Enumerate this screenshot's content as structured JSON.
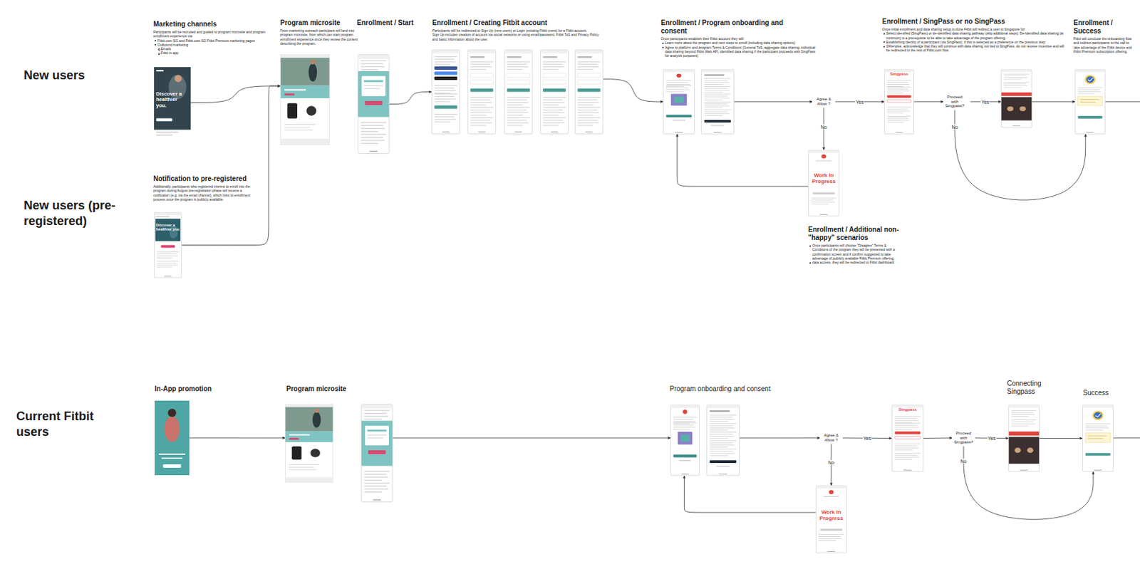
{
  "diagram": {
    "nodes": [
      {
        "text": [
          "Marketing channels",
          "Participants will be recruited and guided to program microsite and program enrollment experience via:",
          "Fitbit.com SG and Fitbit.com SG Fitbit Premium marketing pages",
          "Outbound marketing",
          "Emails",
          "Fitbit in app",
          "Discover a healthier you."
        ]
      },
      {
        "text": [
          "Notification to pre-registered",
          "Additionally, participants who registered interest to enroll into the program during August pre-registration phase will receive a notification (e.g. via the email channel), which links to enrollment process once the program is publicly available.",
          "Discover a healthier you"
        ]
      },
      {
        "text": [
          "Program microsite",
          "From marketing outreach participant will land into program microsite, from which can start program enrollment experience once they review the content describing the program."
        ]
      },
      {
        "text": [
          "Enrollment / Start"
        ]
      },
      {
        "text": [
          "Enrollment / Creating Fitbit account",
          "Participants will be redirected to Sign Up (new users) or Login (existing Fitbit users) for a Fitbit account.",
          "Sign Up includes creation of account via social networks or using email/password, Fitbit ToS and Privacy Policy and basic information about the user."
        ]
      },
      {
        "text": [
          "Enrollment / Program onboarding and consent",
          "Once participants establish their Fitbit account they will:",
          "Learn more about the program and next steps to enroll (including data sharing options)",
          "Agree to platform and program Terms & Conditions (General ToS, aggregate data sharing, individual data sharing beyond Fitbit Web API, identified data sharing if the participant proceeds with SingPass for analysis purposes)"
        ]
      },
      {
        "text": [
          "Agree & Allow ?"
        ]
      },
      {
        "text": [
          "Work In Progress",
          "Enrollment / Additional non-\"happy\" scenarios",
          "Once participants will choose \"Disagree\" Terms & Conditions of the program they will be presented with a confirmation screen and if confirm suggested to take advantage of publicly available Fitbit Premium offering.",
          "data access, they will be redirected to Fitbit dashboard"
        ]
      },
      {
        "text": [
          "Enrollment / SingPass or no SingPass",
          "Once initial enrollment and data sharing setup is done Fitbit will redirect a user to Singapore for:",
          "Select identified (SingPass) or de-identified data sharing pathway (skip additional steps). De-identified data sharing (at minimum) is a prerequisite to be able to take advantage of the program offering.",
          "Establishing identity of a participant (via SingPass), if this is selected as a preference on the previous step.",
          "Otherwise, acknowledge that they will continue with data sharing not tied to SingPass, do not receive incentive and will be redirected to the rest of Fitbit.com flow.",
          "Singpass"
        ]
      },
      {
        "text": [
          "Proceed with Singpass?"
        ]
      },
      {
        "text": [
          "Enrollment / Success",
          "Fitbit will conclude the onboarding flow and redirect participants to the call to take advantage of the Fitbit device and Fitbit Premium subscription offering."
        ]
      },
      {
        "text": [
          "In-App promotion"
        ]
      },
      {
        "text": [
          "Program microsite"
        ]
      },
      {
        "text": [
          "Program onboarding and consent"
        ]
      },
      {
        "text": [
          "Agree & Allow ?"
        ]
      },
      {
        "text": [
          "Work In Progress"
        ]
      },
      {
        "text": [
          "Singpass"
        ]
      },
      {
        "text": [
          "Proceed with Singpass?"
        ]
      },
      {
        "text": [
          "Connecting Singpass"
        ]
      },
      {
        "text": [
          "Success"
        ]
      }
    ],
    "edges": [
      {
        "from": 0,
        "to": 2,
        "arrow": "to"
      },
      {
        "from": 1,
        "to": 2,
        "arrow": "to"
      },
      {
        "from": 3,
        "to": 4,
        "arrow": "to"
      },
      {
        "from": 4,
        "to": 5,
        "arrow": "to"
      },
      {
        "from": 5,
        "to": 6,
        "arrow": "to"
      },
      {
        "from": 6,
        "to": 8,
        "label": "Yes",
        "arrow": "to"
      },
      {
        "from": 6,
        "to": 7,
        "label": "No",
        "arrow": "to"
      },
      {
        "from": 7,
        "to": 5,
        "arrow": "to"
      },
      {
        "from": 8,
        "to": 9,
        "arrow": "to"
      },
      {
        "from": 9,
        "to": 10,
        "label": "No",
        "arrow": "to"
      },
      {
        "from": 11,
        "to": 12,
        "arrow": "to"
      },
      {
        "from": 12,
        "to": 13,
        "arrow": "to"
      },
      {
        "from": 13,
        "to": 14,
        "arrow": "to"
      },
      {
        "from": 14,
        "to": 16,
        "label": "Yes",
        "arrow": "to"
      },
      {
        "from": 14,
        "to": 15,
        "label": "No",
        "arrow": "to"
      },
      {
        "from": 15,
        "to": 13,
        "arrow": "to"
      },
      {
        "from": 16,
        "to": 17,
        "arrow": "to"
      },
      {
        "from": 17,
        "to": 18,
        "label": "Yes",
        "arrow": "to"
      },
      {
        "from": 17,
        "to": 19,
        "label": "No",
        "arrow": "to"
      },
      {
        "from": 18,
        "to": 19,
        "arrow": "to"
      }
    ],
    "labels": [
      "New users",
      "New users (pre-registered)",
      "Current Fitbit users",
      "Yes"
    ]
  }
}
